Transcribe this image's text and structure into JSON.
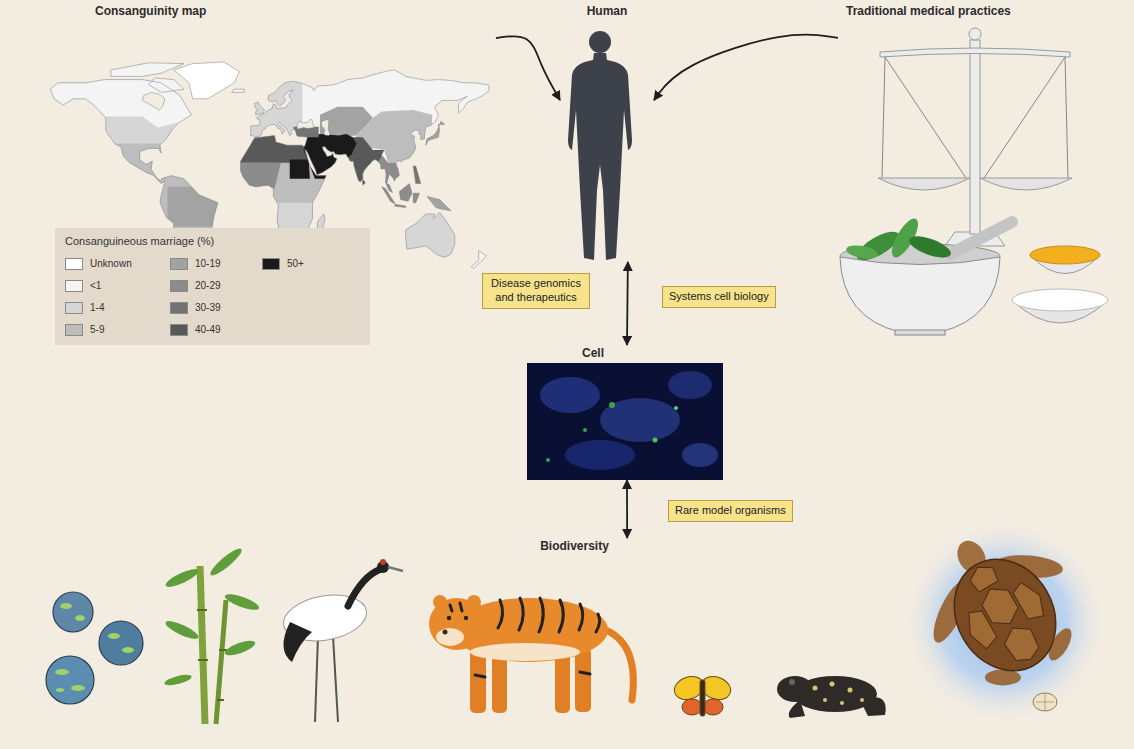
{
  "diagram": {
    "nodes": [
      {
        "text": [
          "Consanguinity map"
        ]
      },
      {
        "text": [
          "Human"
        ]
      },
      {
        "text": [
          "Traditional medical practices"
        ]
      },
      {
        "text": [
          "Disease genomics and therapeutics"
        ]
      },
      {
        "text": [
          "Systems cell biology"
        ]
      },
      {
        "text": [
          "Cell"
        ]
      },
      {
        "text": [
          "Rare model organisms"
        ]
      },
      {
        "text": [
          "Biodiversity"
        ]
      }
    ],
    "edges": [
      {
        "from": 0,
        "to": 1,
        "arrow": "to"
      },
      {
        "from": 2,
        "to": 1,
        "arrow": "to"
      },
      {
        "from": 1,
        "to": 5,
        "arrow": "both"
      },
      {
        "from": 5,
        "to": 7,
        "arrow": "both"
      }
    ],
    "labels": [
      "Consanguineous marriage (%)"
    ],
    "legend": [
      {
        "text": "Unknown",
        "color": "#ffffff"
      },
      {
        "text": "<1",
        "color": "#f4f4f4"
      },
      {
        "text": "1-4",
        "color": "#d6d6d6"
      },
      {
        "text": "5-9",
        "color": "#bdbdbd"
      },
      {
        "text": "10-19",
        "color": "#a3a3a3"
      },
      {
        "text": "20-29",
        "color": "#8c8c8c"
      },
      {
        "text": "30-39",
        "color": "#737373"
      },
      {
        "text": "40-49",
        "color": "#595959"
      },
      {
        "text": "50+",
        "color": "#1a1a1a"
      }
    ]
  }
}
